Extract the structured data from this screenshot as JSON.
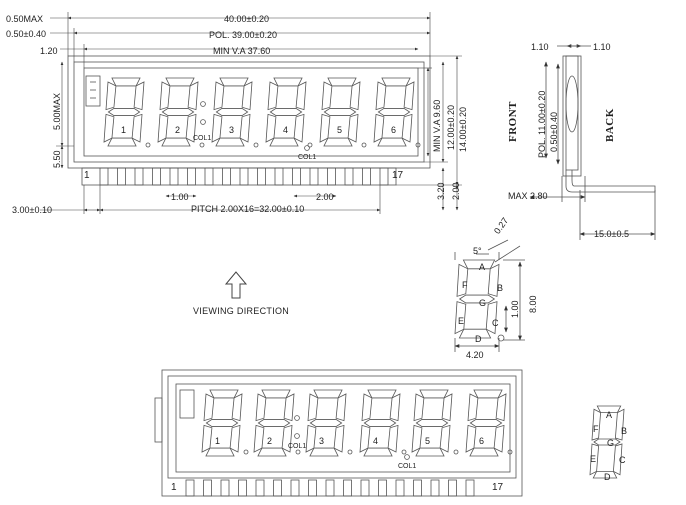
{
  "dimensions": {
    "overall_width": "40.00±0.20",
    "pol_width": "POL. 39.00±0.20",
    "min_va_width": "MIN V.A 37.60",
    "margin_0_50max": "0.50MAX",
    "margin_0_50_040": "0.50±0.40",
    "margin_1_20": "1.20",
    "height_5_00max": "5.00MAX",
    "height_5_50": "5.50",
    "min_va_height": "MIN V.A 9.60",
    "height_12": "12.00±0.20",
    "height_14": "14.00±0.20",
    "pin_offset_1": "1.00",
    "pin_offset_2": "2.00",
    "pin_start": "3.00±0.10",
    "pitch": "PITCH 2.00X16=32.00±0.10",
    "pin_len_3_20": "3.20",
    "pin_len_2_00": "2.00"
  },
  "side_view": {
    "front_label": "FRONT",
    "back_label": "BACK",
    "top_left": "1.10",
    "top_right": "1.10",
    "pol_height": "POL. 11.00±0.20",
    "offset": "0.50±0.40",
    "max_thickness": "MAX 2.80",
    "pin_length": "15.0±0.5"
  },
  "segment_detail": {
    "angle": "5°",
    "stroke": "0.27",
    "height": "8.00",
    "dp": "1.00",
    "width": "4.20",
    "segments": [
      "A",
      "B",
      "C",
      "D",
      "E",
      "F",
      "G"
    ]
  },
  "display": {
    "digits": [
      "1",
      "2",
      "3",
      "4",
      "5",
      "6"
    ],
    "col_label": "COL1",
    "col2_label": "COL1",
    "pin_first": "1",
    "pin_last": "17"
  },
  "viewing_direction": "VIEWING  DIRECTION"
}
